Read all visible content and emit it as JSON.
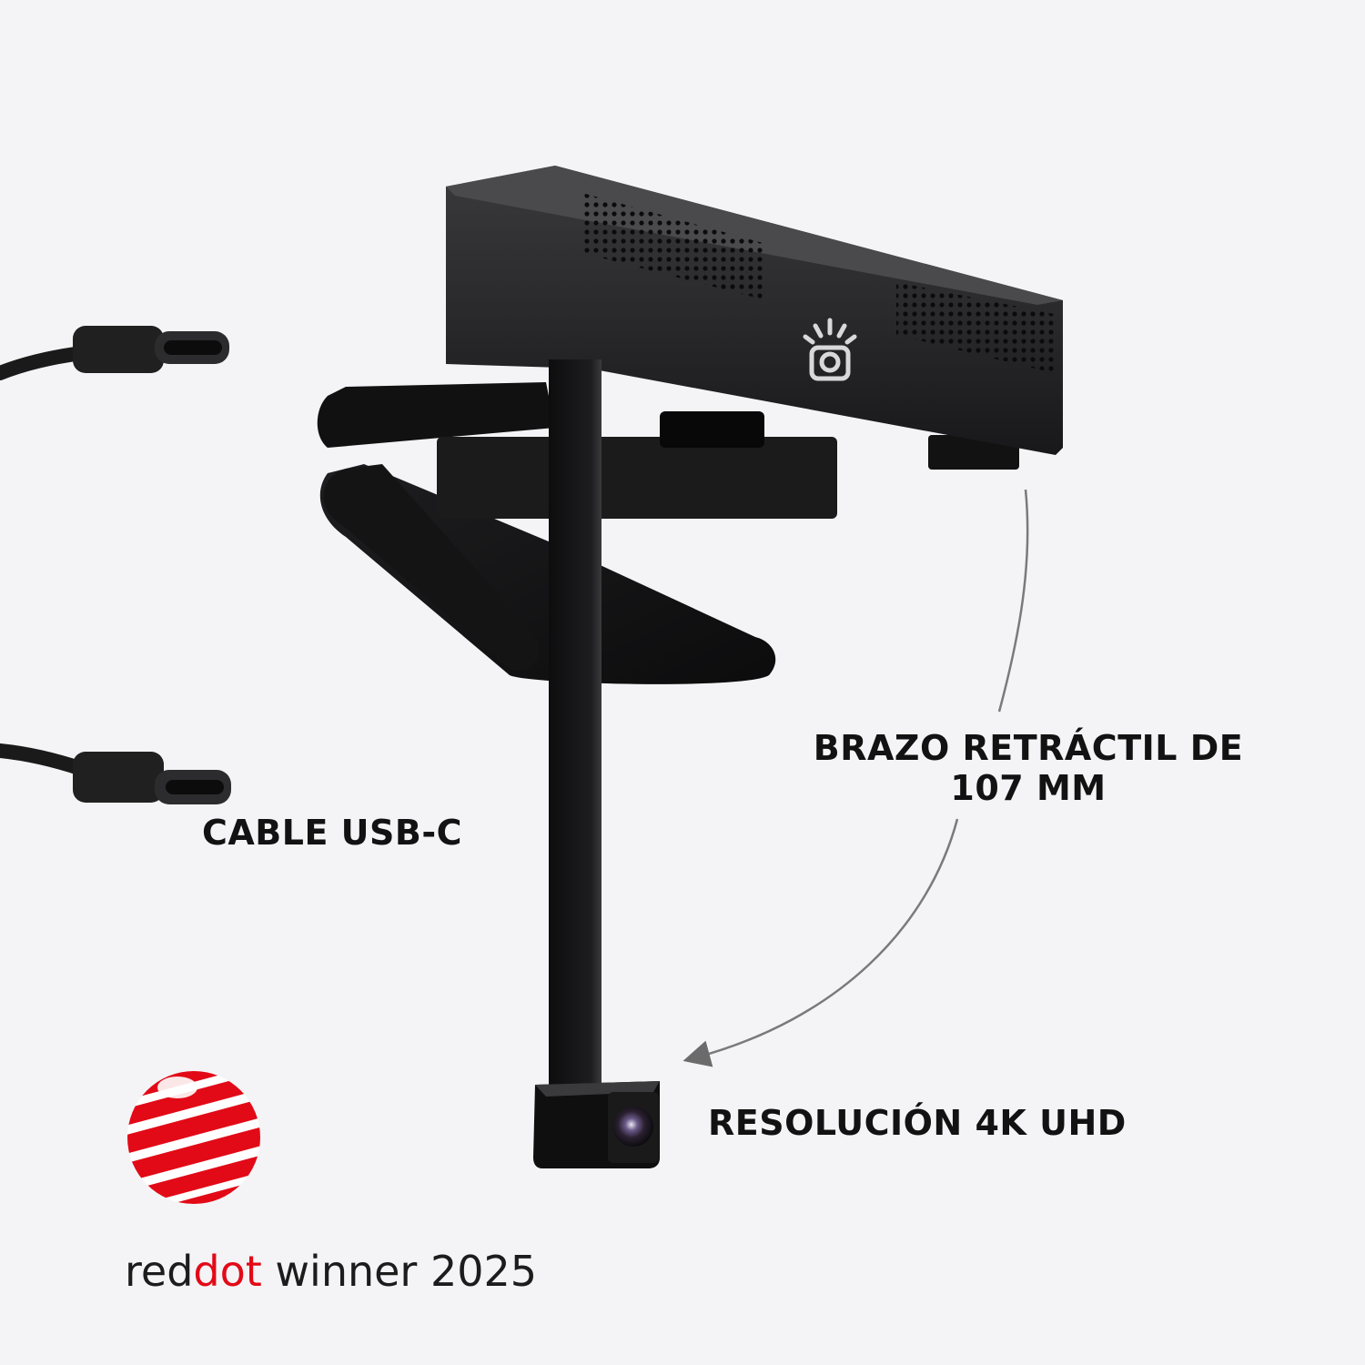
{
  "labels": {
    "cable": "CABLE USB-C",
    "arm_line1": "BRAZO RETRÁCTIL DE",
    "arm_line2": "107 MM",
    "resolution": "RESOLUCIÓN 4K UHD"
  },
  "award": {
    "brand_part1": "red",
    "brand_part2": "dot",
    "suffix": " winner 2025"
  },
  "colors": {
    "background": "#f4f4f6",
    "device": "#1a1a1a",
    "award_red": "#e20a17",
    "text": "#121212"
  },
  "icons": {
    "camera_logo": "camera-face-icon",
    "award_logo": "red-dot-sphere-icon"
  }
}
